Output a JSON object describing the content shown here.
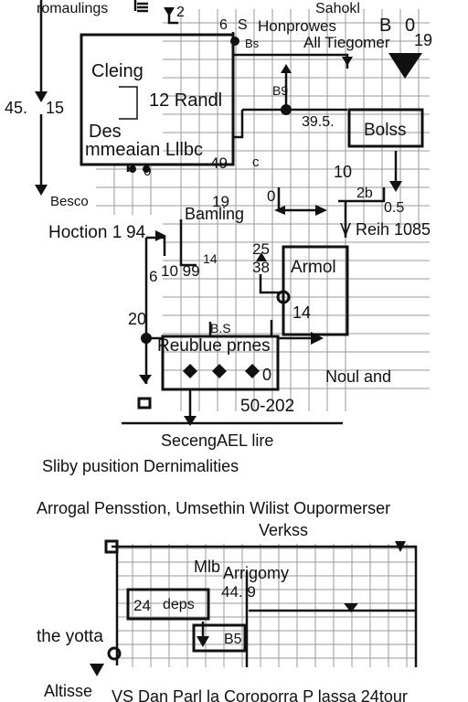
{
  "top": {
    "label_top_left": "romaulings",
    "label_six": "6",
    "label_sahole": "Sahokl",
    "label_s": "S",
    "label_honprowes": "Honprowes",
    "label_bs": "Bs",
    "label_all_tiegomer": "All Tiegomer",
    "label_b": "B",
    "label_zero_top": "0",
    "label_nineteen": "19",
    "label_two": "2"
  },
  "left_column": {
    "label_fortyfive": "45.",
    "label_fifteen": "15",
    "label_besco": "Besco",
    "label_hoction": "Hoction 1",
    "label_nine_four": "94",
    "label_six_ten": "6",
    "label_ten_ninetynine": "10 99",
    "label_twenty": "20"
  },
  "main_box": {
    "label_cleing": "Cleing",
    "label_twelve_randl": "12 Randl",
    "label_des": "Des",
    "label_mmeaian": "mmeaian Lllbc",
    "label_zero_box": "0",
    "label_fortynine": "49",
    "label_c_mark": "c"
  },
  "center": {
    "label_bs_small": "B9",
    "label_thirtynine": "39.5.",
    "label_bolss": "Bolss",
    "label_ten": "10",
    "label_two_ten": "2b",
    "label_zero_five": "0.5",
    "label_bamling": "Bamling",
    "label_nineteen_mid": "19",
    "label_zero_mid": "0",
    "label_v_reih": "V Reih 1085",
    "label_twentyfive": "25",
    "label_thirtyeight": "38",
    "label_fourteen_small": "14",
    "label_armol": "Armol",
    "label_fourteen": "14",
    "label_bls": "B.S",
    "label_reublue": "Reublue prnes",
    "label_zero_lower": "0",
    "label_noul": "Noul and",
    "label_fifty": "50-202",
    "label_secengael": "SecengAEL lire"
  },
  "captions": {
    "line_one": "Sliby pusition Dernimalities",
    "line_two": "Arrogal Pensstion, Umsethin Wilist Oupormerser",
    "line_three": "Verkss"
  },
  "bottom_grid": {
    "label_mlb": "Mlb",
    "label_arrigomy": "Arrigomy",
    "label_fortyfour": "44. 9",
    "label_twentyfour": "24",
    "label_deps": "deps",
    "label_b5": "B5",
    "label_yotta": "the yotta",
    "label_altisse": "Altisse",
    "label_footer": "VS Dan Parl la Coroporra P lassa 24tour"
  },
  "colors": {
    "ink": "#111111",
    "grid": "#9a9a9a",
    "paper": "#ffffff"
  }
}
